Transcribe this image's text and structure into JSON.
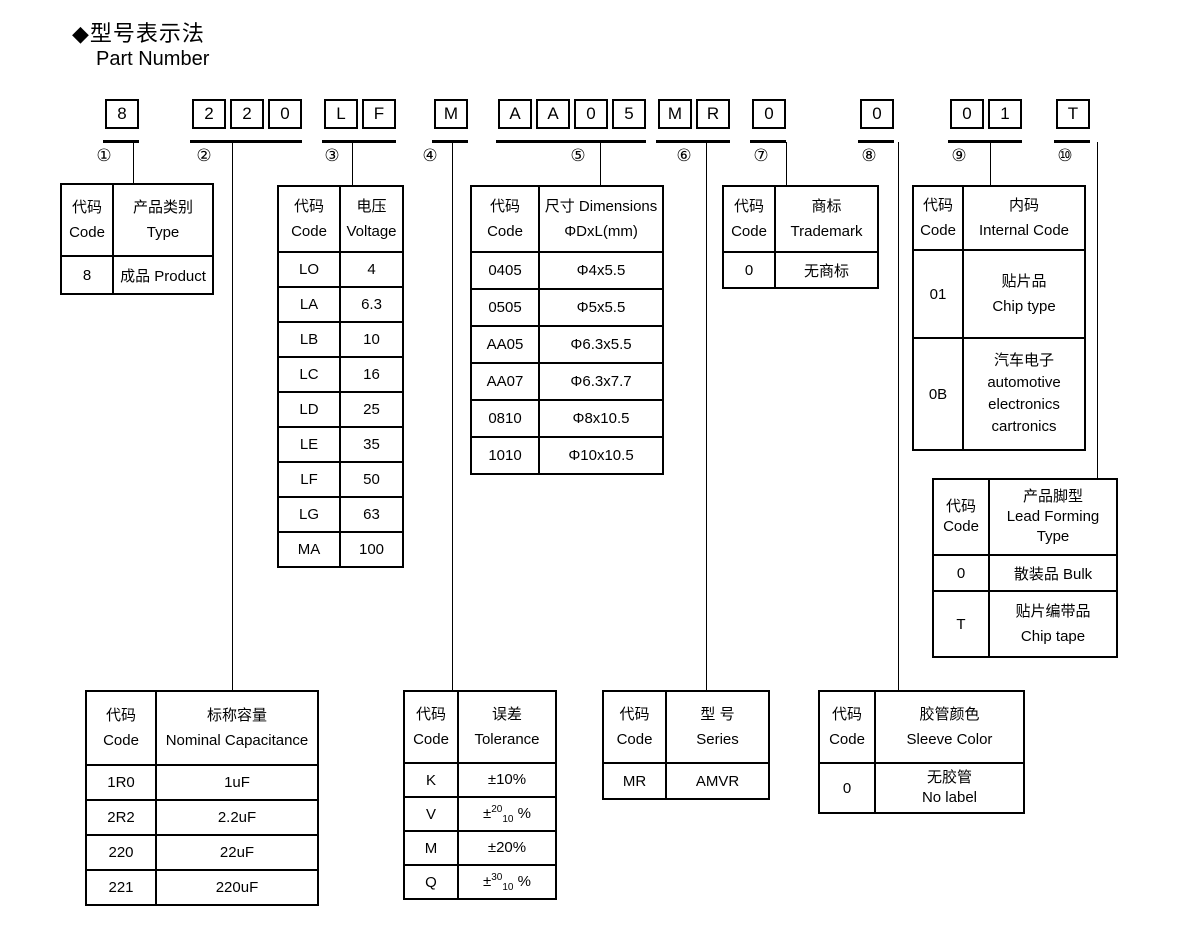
{
  "page": {
    "title_cn": "◆型号表示法",
    "title_en": "Part Number"
  },
  "part_code": {
    "groups": [
      {
        "num": "①",
        "chars": [
          "8"
        ]
      },
      {
        "num": "②",
        "chars": [
          "2",
          "2",
          "0"
        ]
      },
      {
        "num": "③",
        "chars": [
          "L",
          "F"
        ]
      },
      {
        "num": "④",
        "chars": [
          "M"
        ]
      },
      {
        "num": "⑤",
        "chars": [
          "A",
          "A",
          "0",
          "5"
        ]
      },
      {
        "num": "⑥",
        "chars": [
          "M",
          "R"
        ]
      },
      {
        "num": "⑦",
        "chars": [
          "0"
        ]
      },
      {
        "num": "⑧",
        "chars": [
          "0"
        ]
      },
      {
        "num": "⑨",
        "chars": [
          "0",
          "1"
        ]
      },
      {
        "num": "⑩",
        "chars": [
          "T"
        ]
      }
    ]
  },
  "tables": {
    "type": {
      "header": {
        "c1a": "代码",
        "c1b": "Code",
        "c2a": "产品类别",
        "c2b": "Type"
      },
      "rows": [
        {
          "code": "8",
          "value": "成品 Product"
        }
      ]
    },
    "voltage": {
      "header": {
        "c1a": "代码",
        "c1b": "Code",
        "c2a": "电压",
        "c2b": "Voltage"
      },
      "rows": [
        {
          "code": "LO",
          "value": "4"
        },
        {
          "code": "LA",
          "value": "6.3"
        },
        {
          "code": "LB",
          "value": "10"
        },
        {
          "code": "LC",
          "value": "16"
        },
        {
          "code": "LD",
          "value": "25"
        },
        {
          "code": "LE",
          "value": "35"
        },
        {
          "code": "LF",
          "value": "50"
        },
        {
          "code": "LG",
          "value": "63"
        },
        {
          "code": "MA",
          "value": "100"
        }
      ]
    },
    "dimensions": {
      "header": {
        "c1a": "代码",
        "c1b": "Code",
        "c2a": "尺寸 Dimensions",
        "c2b": "ΦDxL(mm)"
      },
      "rows": [
        {
          "code": "0405",
          "value": "Φ4x5.5"
        },
        {
          "code": "0505",
          "value": "Φ5x5.5"
        },
        {
          "code": "AA05",
          "value": "Φ6.3x5.5"
        },
        {
          "code": "AA07",
          "value": "Φ6.3x7.7"
        },
        {
          "code": "0810",
          "value": "Φ8x10.5"
        },
        {
          "code": "1010",
          "value": "Φ10x10.5"
        }
      ]
    },
    "trademark": {
      "header": {
        "c1a": "代码",
        "c1b": "Code",
        "c2a": "商标",
        "c2b": "Trademark"
      },
      "rows": [
        {
          "code": "0",
          "value": "无商标"
        }
      ]
    },
    "internal": {
      "header": {
        "c1a": "代码",
        "c1b": "Code",
        "c2a": "内码",
        "c2b": "Internal Code"
      },
      "rows": [
        {
          "code": "01",
          "lines": [
            "贴片品",
            "Chip type"
          ]
        },
        {
          "code": "0B",
          "lines": [
            "汽车电子",
            "automotive",
            "electronics",
            "cartronics"
          ]
        }
      ]
    },
    "lead": {
      "header": {
        "c1a": "代码",
        "c1b": "Code",
        "c2_lines": [
          "产品脚型",
          "Lead Forming",
          "Type"
        ]
      },
      "rows": [
        {
          "code": "0",
          "value": "散装品 Bulk"
        },
        {
          "code": "T",
          "lines": [
            "贴片编带品",
            "Chip tape"
          ]
        }
      ]
    },
    "capacitance": {
      "header": {
        "c1a": "代码",
        "c1b": "Code",
        "c2a": "标称容量",
        "c2b": "Nominal Capacitance"
      },
      "rows": [
        {
          "code": "1R0",
          "value": "1uF"
        },
        {
          "code": "2R2",
          "value": "2.2uF"
        },
        {
          "code": "220",
          "value": "22uF"
        },
        {
          "code": "221",
          "value": "220uF"
        }
      ]
    },
    "tolerance": {
      "header": {
        "c1a": "代码",
        "c1b": "Code",
        "c2a": "误差",
        "c2b": "Tolerance"
      },
      "rows": [
        {
          "code": "K",
          "pre": "±10%",
          "sup": "",
          "sub": "",
          "post": ""
        },
        {
          "code": "V",
          "pre": "±",
          "sup": "20",
          "sub": "10",
          "post": " %"
        },
        {
          "code": "M",
          "pre": "±20%",
          "sup": "",
          "sub": "",
          "post": ""
        },
        {
          "code": "Q",
          "pre": "±",
          "sup": "30",
          "sub": "10",
          "post": " %"
        }
      ]
    },
    "series": {
      "header": {
        "c1a": "代码",
        "c1b": "Code",
        "c2a": "型 号",
        "c2b": "Series"
      },
      "rows": [
        {
          "code": "MR",
          "value": "AMVR"
        }
      ]
    },
    "sleeve": {
      "header": {
        "c1a": "代码",
        "c1b": "Code",
        "c2a": "胶管颜色",
        "c2b": "Sleeve Color"
      },
      "rows": [
        {
          "code": "0",
          "lines": [
            "无胶管",
            "No label"
          ]
        }
      ]
    }
  }
}
